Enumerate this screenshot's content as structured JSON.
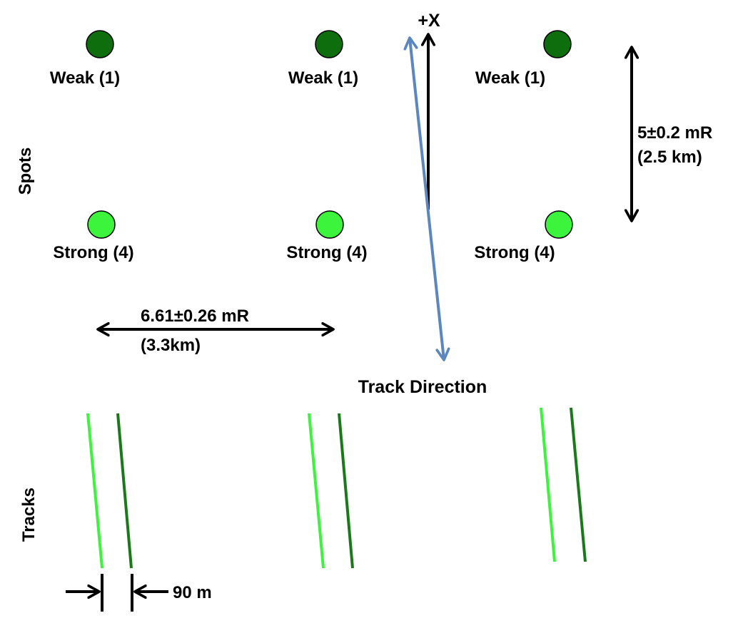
{
  "section_labels": {
    "spots": "Spots",
    "tracks": "Tracks"
  },
  "spots": {
    "weak_label": "Weak (1)",
    "strong_label": "Strong (4)",
    "weak_color": "#0e6e0e",
    "strong_color": "#3cf43c"
  },
  "annotations": {
    "plus_x": "+X",
    "track_direction": "Track Direction",
    "along_spacing_line1": "5±0.2 mR",
    "along_spacing_line2": "(2.5 km)",
    "across_spacing_line1": "6.61±0.26 mR",
    "across_spacing_line2": "(3.3km)",
    "pair_spacing": "90 m"
  },
  "colors": {
    "track_direction_arrow": "#5b86be",
    "dimension_arrows": "#000000",
    "strong_track": "#3cf43c",
    "weak_track": "#1a7a1a"
  }
}
